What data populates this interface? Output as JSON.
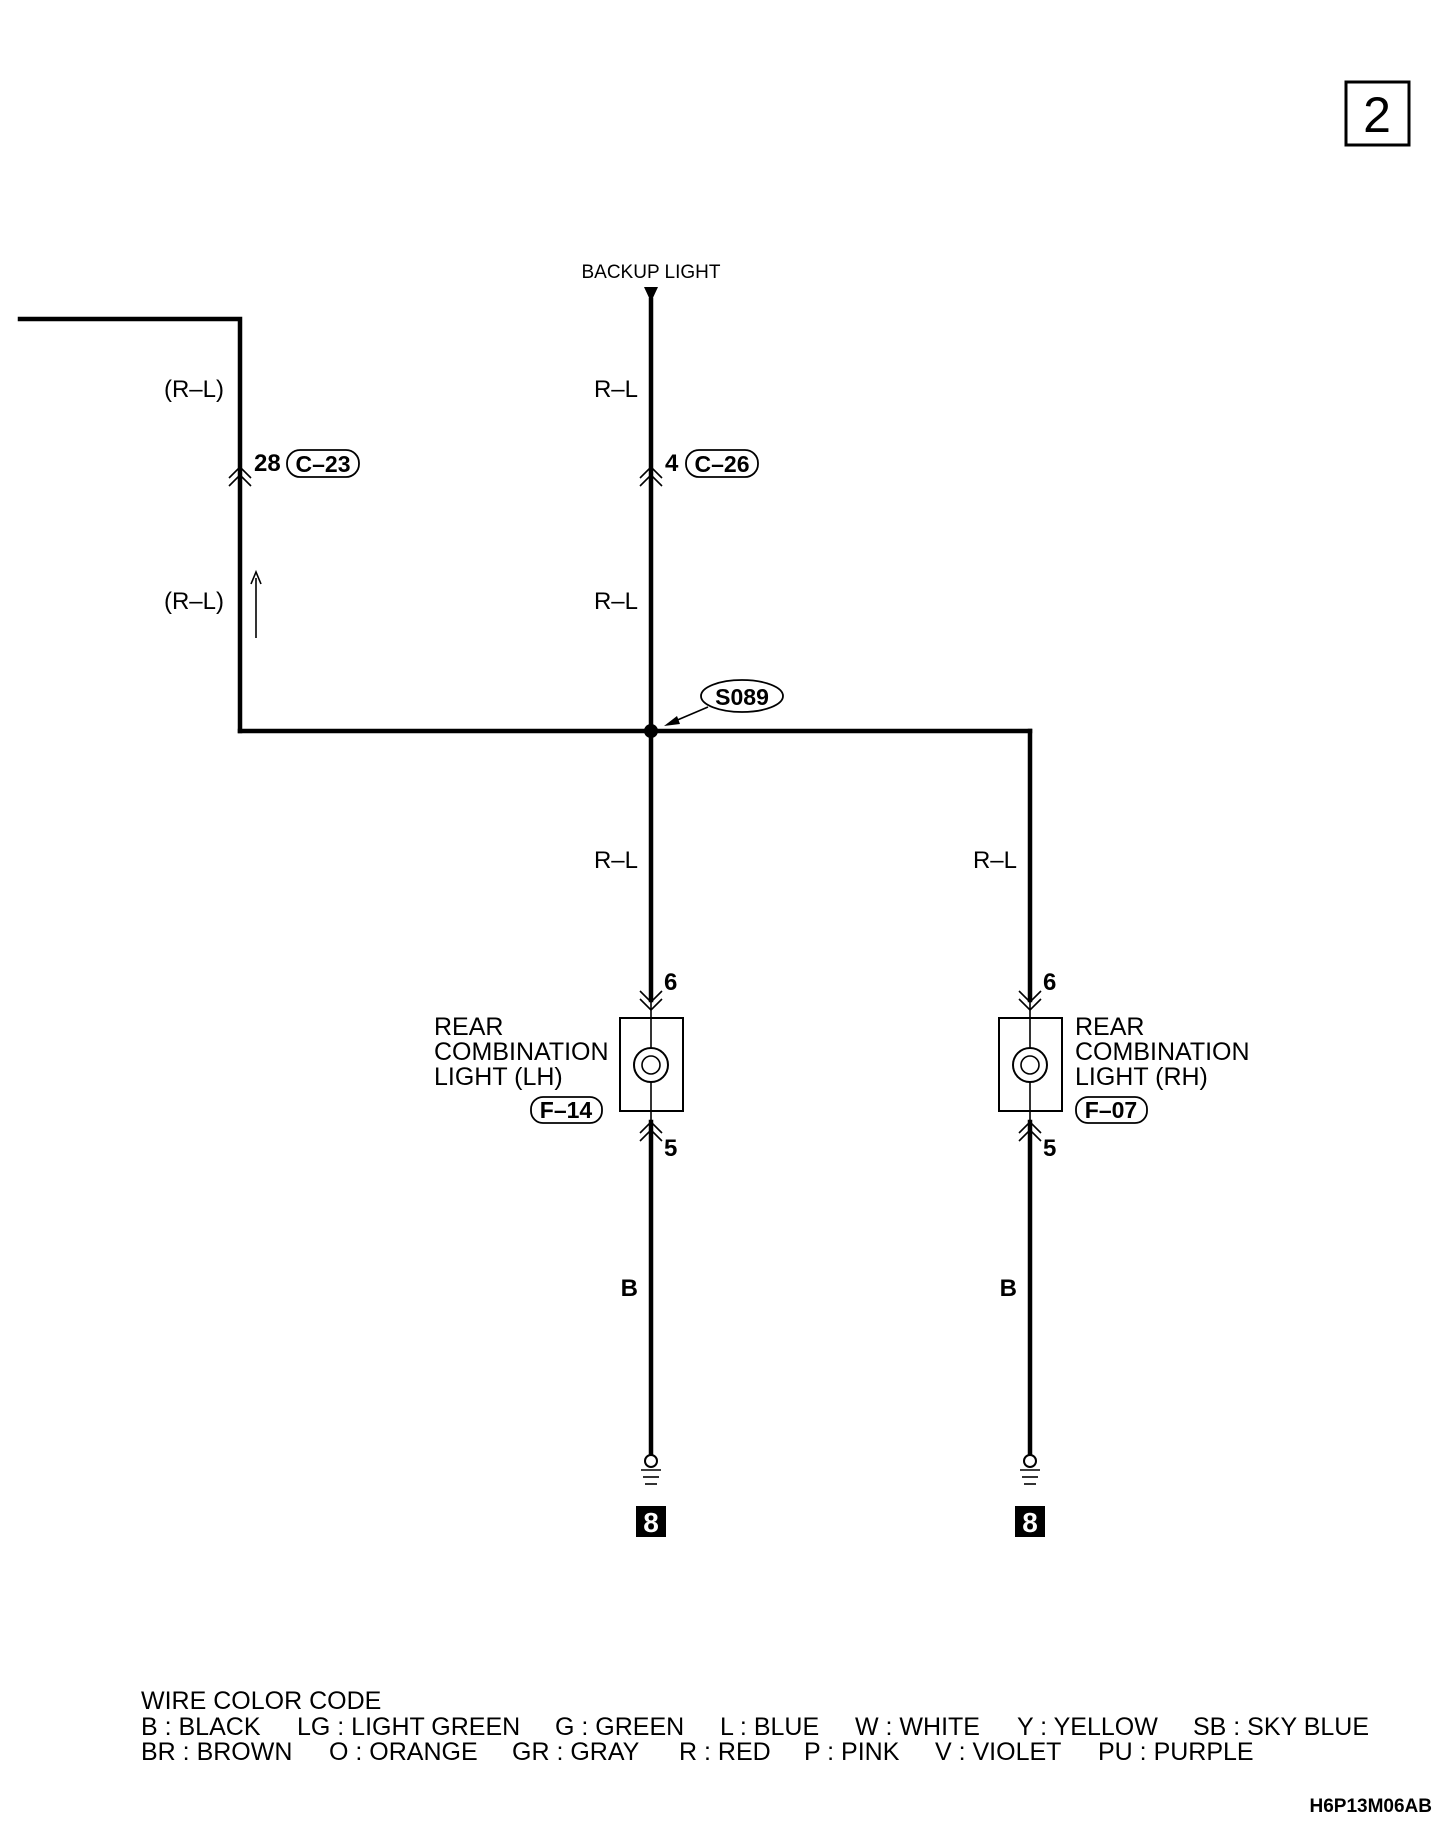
{
  "page_number": "2",
  "top_label": "BACKUP LIGHT",
  "wires": {
    "left_upper": "(R–L)",
    "left_lower": "(R–L)",
    "center_upper": "R–L",
    "center_middle": "R–L",
    "center_lower": "R–L",
    "right": "R–L",
    "ground_lh": "B",
    "ground_rh": "B"
  },
  "connectors": {
    "left_pin": "28",
    "left_id": "C–23",
    "center_pin": "4",
    "center_id": "C–26"
  },
  "splice": "S089",
  "lamps": {
    "lh": {
      "line1": "REAR",
      "line2": "COMBINATION",
      "line3": "LIGHT (LH)",
      "connector": "F–14",
      "pin_top": "6",
      "pin_bottom": "5"
    },
    "rh": {
      "line1": "REAR",
      "line2": "COMBINATION",
      "line3": "LIGHT (RH)",
      "connector": "F–07",
      "pin_top": "6",
      "pin_bottom": "5"
    }
  },
  "grounds": {
    "lh": "8",
    "rh": "8"
  },
  "legend": {
    "title": "WIRE COLOR CODE",
    "row1": [
      "B : BLACK",
      "LG : LIGHT GREEN",
      "G : GREEN",
      "L : BLUE",
      "W : WHITE",
      "Y : YELLOW",
      "SB : SKY BLUE"
    ],
    "row2": [
      "BR : BROWN",
      "O : ORANGE",
      "GR : GRAY",
      "R : RED",
      "P : PINK",
      "V : VIOLET",
      "PU : PURPLE"
    ]
  },
  "figure_code": "H6P13M06AB"
}
